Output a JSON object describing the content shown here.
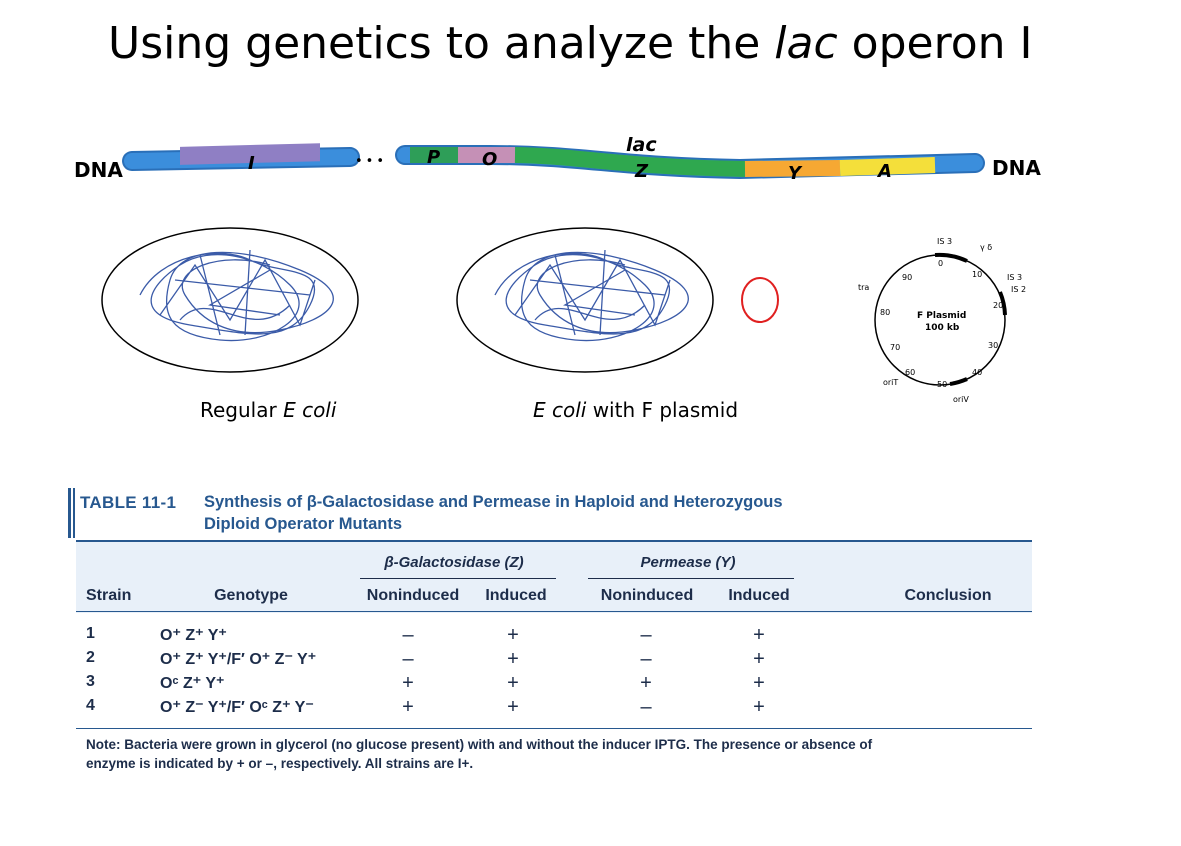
{
  "slide": {
    "title_pre": "Using genetics to analyze the ",
    "title_italic": "lac",
    "title_post": " operon I"
  },
  "operon": {
    "dna_left": "DNA",
    "dna_right": "DNA",
    "dots": "•••",
    "lac": "lac",
    "genes": [
      "I",
      "P",
      "O",
      "Z",
      "Y",
      "A"
    ],
    "colors": {
      "dna": "#3b8edc",
      "I": "#8f7fc4",
      "P": "#2e9e58",
      "O": "#c590b6",
      "Z": "#2fa84f",
      "Y": "#f6a833",
      "A": "#f4df3a"
    }
  },
  "cells": {
    "regular_caption_pre": "Regular ",
    "regular_caption_italic": "E coli",
    "fplasmid_caption_italic": "E coli",
    "fplasmid_caption_post": " with F plasmid"
  },
  "plasmid": {
    "title": "F Plasmid",
    "size": "100 kb",
    "ticks": [
      "0",
      "10",
      "20",
      "30",
      "40",
      "50",
      "60",
      "70",
      "80",
      "90"
    ],
    "labels": [
      "IS 3",
      "γ δ",
      "IS 3",
      "IS 2",
      "tra",
      "oriT",
      "oriV"
    ]
  },
  "table": {
    "label": "TABLE 11-1",
    "caption_line1": "Synthesis of β-Galactosidase and Permease in Haploid and Heterozygous",
    "caption_line2": "Diploid Operator Mutants",
    "group1": "β-Galactosidase (Z)",
    "group2": "Permease (Y)",
    "columns": [
      "Strain",
      "Genotype",
      "Noninduced",
      "Induced",
      "Noninduced",
      "Induced",
      "Conclusion"
    ],
    "rows": [
      {
        "strain": "1",
        "genotype": "O⁺ Z⁺ Y⁺",
        "z_non": "–",
        "z_ind": "+",
        "y_non": "–",
        "y_ind": "+",
        "conclusion": ""
      },
      {
        "strain": "2",
        "genotype": "O⁺ Z⁺ Y⁺/F′ O⁺ Z⁻ Y⁺",
        "z_non": "–",
        "z_ind": "+",
        "y_non": "–",
        "y_ind": "+",
        "conclusion": ""
      },
      {
        "strain": "3",
        "genotype": "Oᶜ Z⁺ Y⁺",
        "z_non": "+",
        "z_ind": "+",
        "y_non": "+",
        "y_ind": "+",
        "conclusion": ""
      },
      {
        "strain": "4",
        "genotype": "O⁺ Z⁻ Y⁺/F′ Oᶜ Z⁺ Y⁻",
        "z_non": "+",
        "z_ind": "+",
        "y_non": "–",
        "y_ind": "+",
        "conclusion": ""
      }
    ],
    "note_line1": "Note: Bacteria were grown in glycerol (no glucose present) with and without the inducer IPTG. The presence or absence of",
    "note_line2": "enzyme is indicated by + or –, respectively. All strains are I+."
  }
}
